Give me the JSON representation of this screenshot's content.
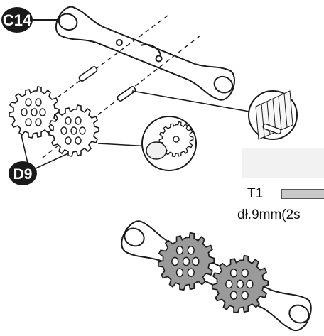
{
  "labels": {
    "part_c14": "C14",
    "part_d9": "D9",
    "part_t1": "T1",
    "t1_dimension": "dł.9mm(2s"
  },
  "colors": {
    "outline": "#1a1a1a",
    "gear_fill_assembled": "#9a9a9a",
    "gear_fill_loose": "#ffffff",
    "badge_fill": "#1a1a1a",
    "t1_swatch": "#c9c9c9",
    "shaded_panel": "#f2f2f2"
  }
}
